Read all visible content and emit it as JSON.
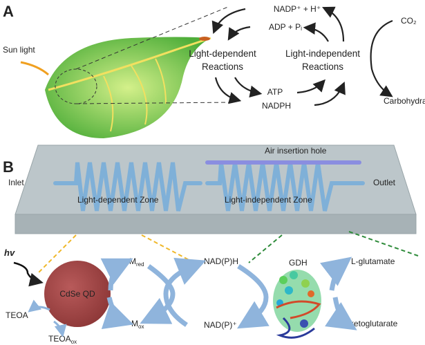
{
  "panel_a": {
    "label": "A",
    "sun_light": "Sun light",
    "nadp_h": "NADP⁺ + H⁺",
    "adp_pi": "ADP + Pᵢ",
    "light_dependent": [
      "Light-dependent",
      "Reactions"
    ],
    "light_independent": [
      "Light-independent",
      "Reactions"
    ],
    "atp": "ATP",
    "nadph": "NADPH",
    "co2": "CO₂",
    "carbohydrate": "Carbohydrate"
  },
  "panel_b": {
    "label": "B",
    "air_hole": "Air insertion hole",
    "inlet": "Inlet",
    "outlet": "Outlet",
    "zone_dependent": "Light-dependent Zone",
    "zone_independent": "Light-independent Zone",
    "hv": "hv",
    "qd": "CdSe QD",
    "teoa": "TEOA",
    "teoa_ox": {
      "base": "TEOA",
      "sub": "ox"
    },
    "m_red": {
      "base": "M",
      "sub": "red"
    },
    "m_ox": {
      "base": "M",
      "sub": "ox"
    },
    "nadph": "NAD(P)H",
    "nadp": "NAD(P)⁺",
    "gdh": "GDH",
    "glutamate": "L-glutamate",
    "ketoglutarate": "α-ketoglutarate"
  },
  "colors": {
    "leaf": "#8fd14f",
    "chip": "#b8c2c6",
    "channel": "#7fb0d8",
    "qd": "#a84c4c",
    "arrow_blue": "#8fb4dc",
    "yellow_dash": "#f0b82a",
    "green_dash": "#2e8b3a"
  }
}
